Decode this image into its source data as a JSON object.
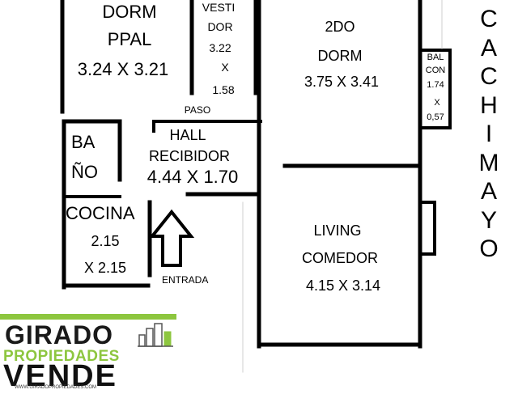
{
  "rooms": {
    "dorm_ppal": {
      "line1": "DORM",
      "line2": "PPAL",
      "dims": "3.24 X 3.21"
    },
    "vestidor": {
      "line1": "VESTI",
      "line2": "DOR",
      "dim_a": "3.22",
      "x": "X",
      "dim_b": "1.58"
    },
    "dorm2": {
      "line1": "2DO",
      "line2": "DORM",
      "dims": "3.75 X 3.41"
    },
    "balcon": {
      "line1": "BAL",
      "line2": "CON",
      "dim_a": "1.74",
      "x": "X",
      "dim_b": "0,57"
    },
    "paso": "PASO",
    "hall": {
      "line1": "HALL",
      "line2": "RECIBIDOR",
      "dims": "4.44 X 1.70"
    },
    "bano": {
      "line1": "BA",
      "line2": "ÑO"
    },
    "cocina": {
      "line1": "COCINA",
      "dim_a": "2.15",
      "dim_b": "X 2.15"
    },
    "living": {
      "line1": "LIVING",
      "line2": "COMEDOR",
      "dims": "4.15 X 3.14"
    }
  },
  "entrada": "ENTRADA",
  "street_letters": [
    "C",
    "A",
    "C",
    "H",
    "I",
    "M",
    "A",
    "Y",
    "O"
  ],
  "logo": {
    "line1": "GIRADO",
    "line2": "PROPIEDADES",
    "line3": "VENDE",
    "url": "WWW.GIRADOPROPIEDADES.COM"
  },
  "colors": {
    "wall": "#000000",
    "brand_green": "#8dc63f",
    "brand_dark": "#1a1a1a"
  }
}
